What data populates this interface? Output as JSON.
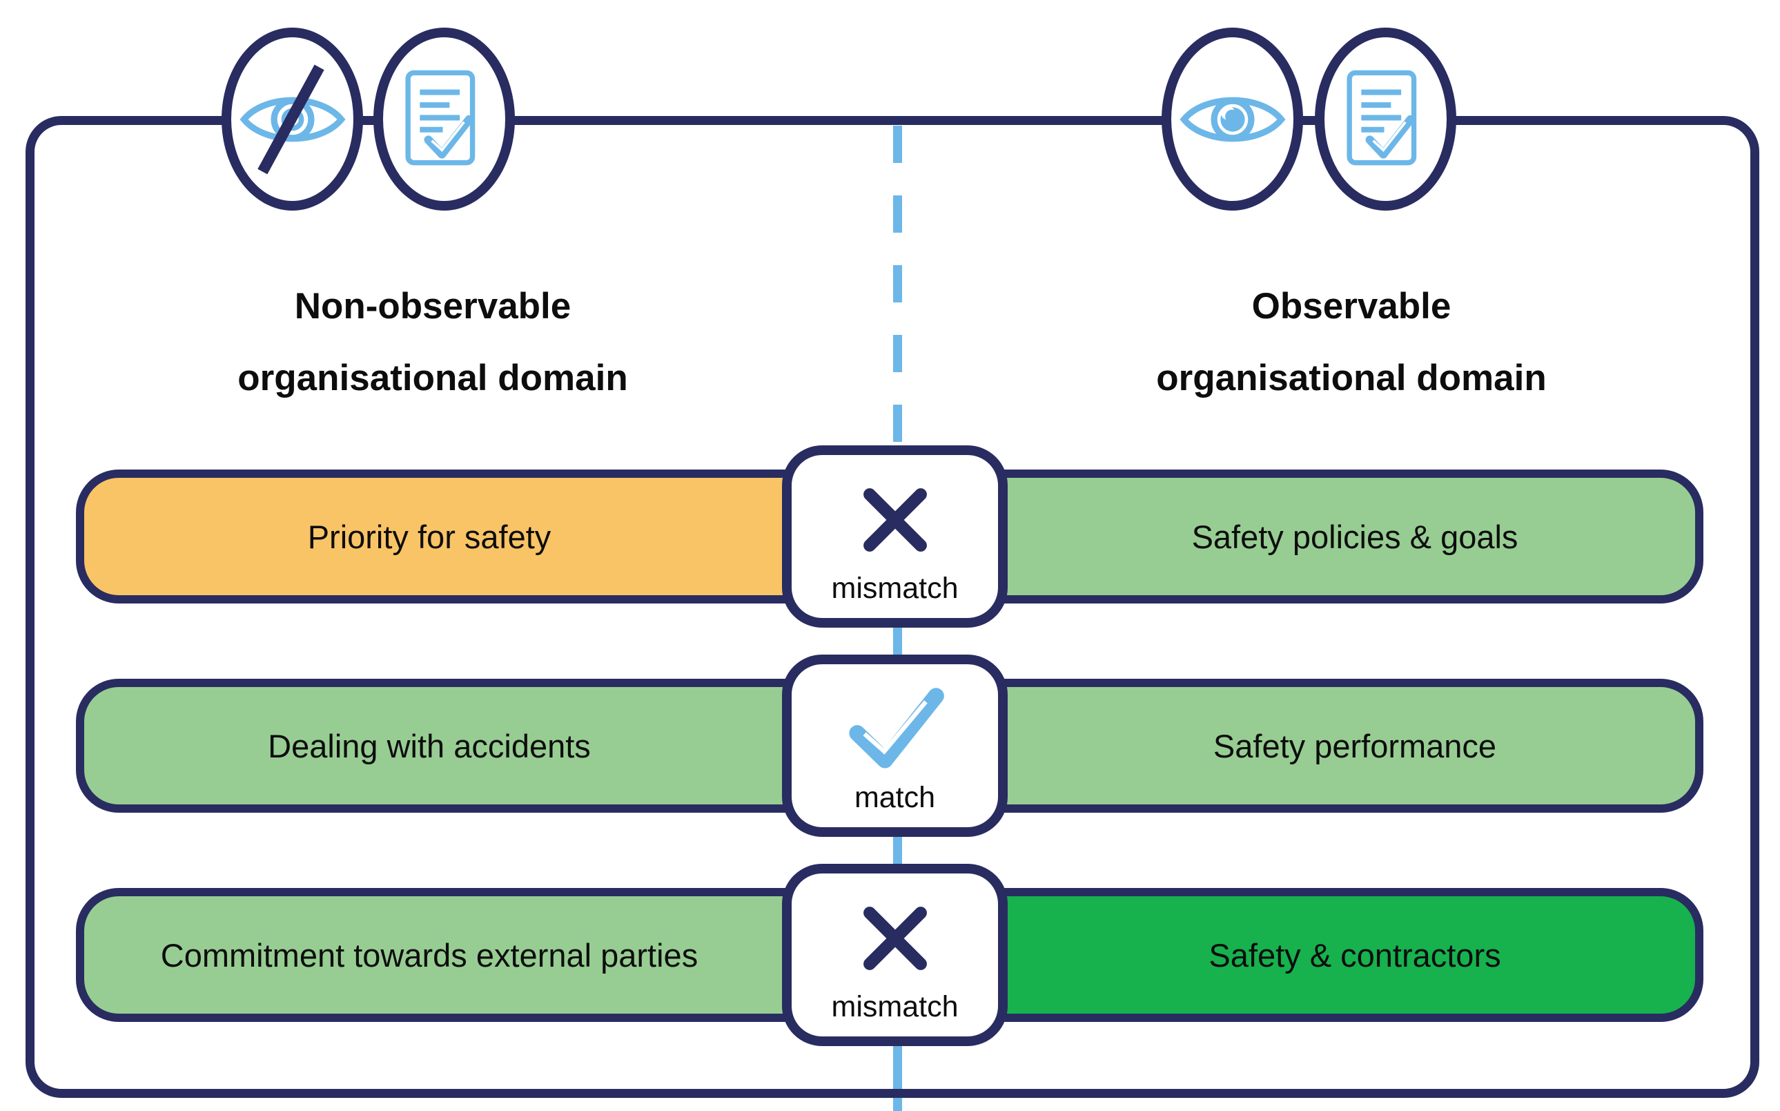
{
  "diagram": {
    "left_column": {
      "heading_line1": "Non-observable",
      "heading_line2": "organisational domain",
      "icons": [
        "eye-off-icon",
        "document-check-icon"
      ]
    },
    "right_column": {
      "heading_line1": "Observable",
      "heading_line2": "organisational domain",
      "icons": [
        "eye-icon",
        "document-check-icon"
      ]
    },
    "rows": [
      {
        "left_label": "Priority for safety",
        "left_color": "#f9c466",
        "status_label": "mismatch",
        "status_icon": "x-mark",
        "right_label": "Safety policies & goals",
        "right_color": "#97cd92"
      },
      {
        "left_label": "Dealing with accidents",
        "left_color": "#97cd92",
        "status_label": "match",
        "status_icon": "check-mark",
        "right_label": "Safety performance",
        "right_color": "#97cd92"
      },
      {
        "left_label": "Commitment towards external parties",
        "left_color": "#97cd92",
        "status_label": "mismatch",
        "status_icon": "x-mark",
        "right_label": "Safety & contractors",
        "right_color": "#17b14e"
      }
    ],
    "colors": {
      "navy": "#292c60",
      "light_blue": "#6cb7e8",
      "orange": "#f9c466",
      "light_green": "#97cd92",
      "dark_green": "#17b14e",
      "text": "#0d0d0d",
      "background": "#ffffff"
    }
  }
}
